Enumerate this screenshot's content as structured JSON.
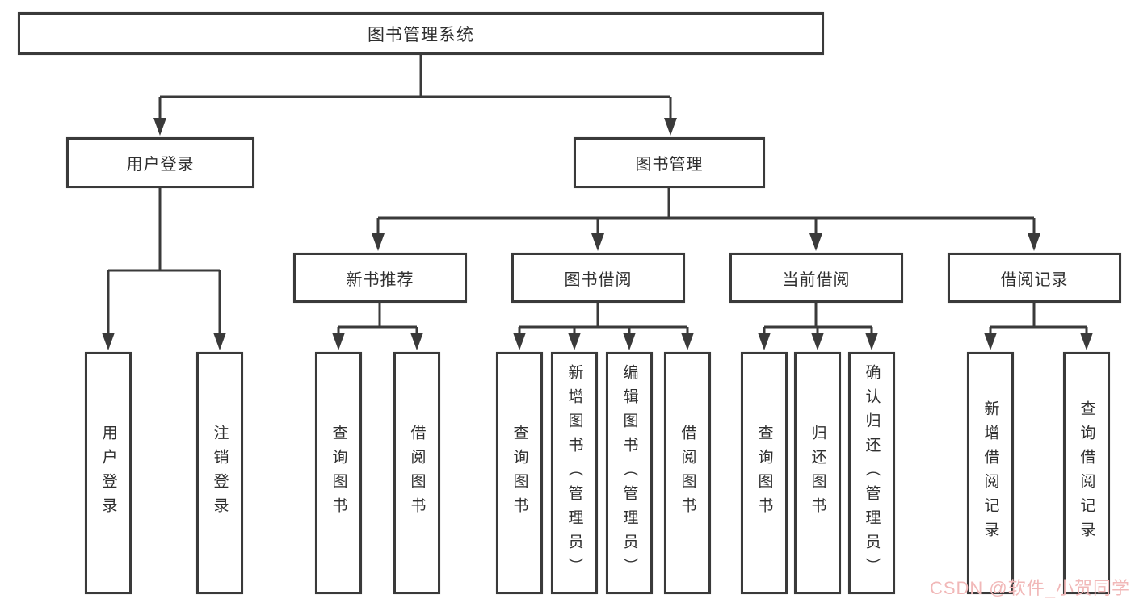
{
  "diagram": {
    "root": {
      "label": "图书管理系统"
    },
    "level2": [
      {
        "label": "用户登录"
      },
      {
        "label": "图书管理"
      }
    ],
    "level3": [
      {
        "label": "新书推荐"
      },
      {
        "label": "图书借阅"
      },
      {
        "label": "当前借阅"
      },
      {
        "label": "借阅记录"
      }
    ],
    "leaf_groups": {
      "login": [
        "用户登录",
        "注销登录"
      ],
      "recommend": [
        "查询图书",
        "借阅图书"
      ],
      "borrow": [
        "查询图书",
        "新增图书（管理员）",
        "编辑图书（管理员）",
        "借阅图书"
      ],
      "current": [
        "查询图书",
        "归还图书",
        "确认归还（管理员）"
      ],
      "records": [
        "新增借阅记录",
        "查询借阅记录"
      ]
    }
  },
  "colors": {
    "line": "#3a3a3a",
    "box_border": "#3a3a3a",
    "text": "#2f2f2f",
    "background": "#ffffff",
    "watermark": "#f1b8b8"
  },
  "watermark": {
    "text": "CSDN @软件_小贺同学"
  }
}
